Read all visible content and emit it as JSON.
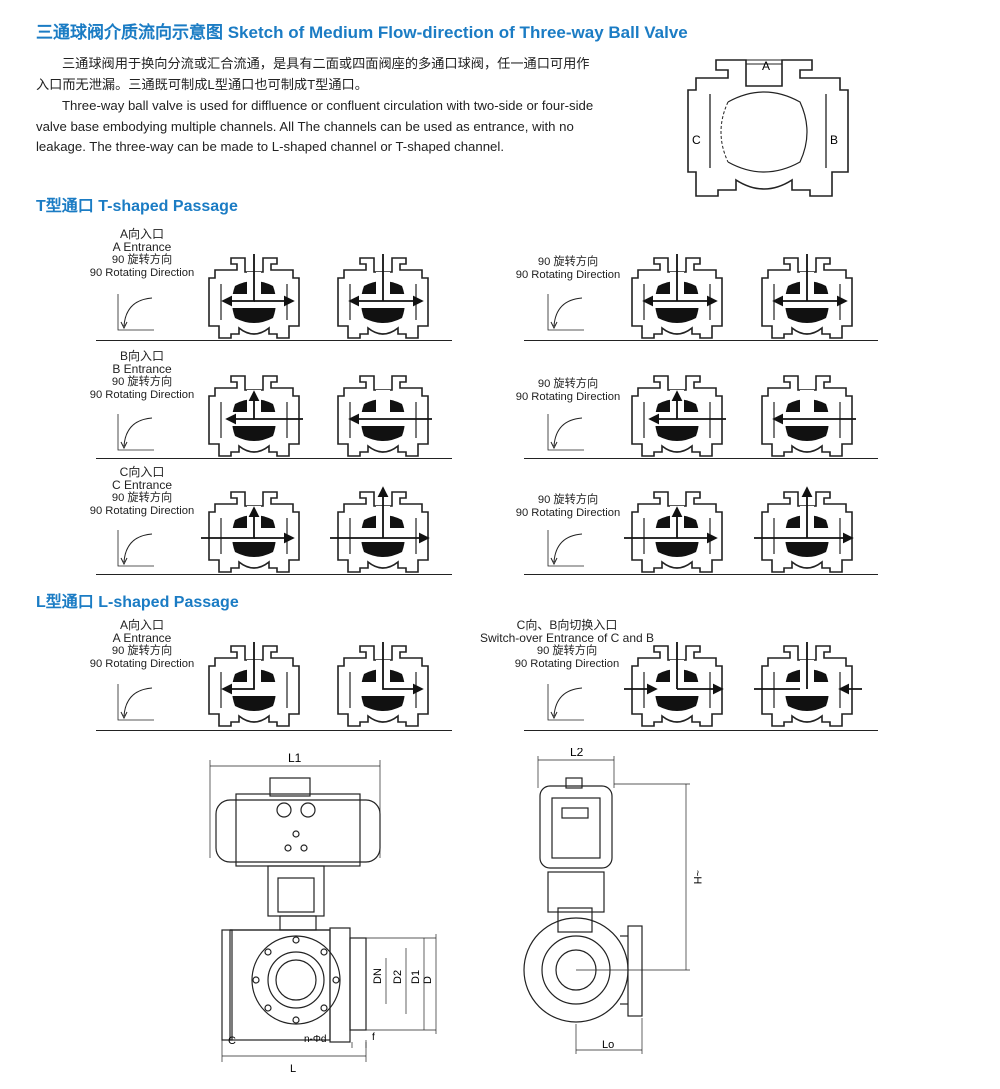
{
  "title": "三通球阀介质流向示意图 Sketch of Medium Flow-direction of Three-way Ball Valve",
  "intro_cn": "三通球阀用于换向分流或汇合流通，是具有二面或四面阀座的多通口球阀，任一通口可用作入口而无泄漏。三通既可制成L型通口也可制成T型通口。",
  "intro_en": "Three-way ball valve is used for diffluence or confluent circulation with two-side or four-side valve base embodying multiple channels. All The channels can be used as entrance, with no leakage. The three-way can be made to L-shaped channel or T-shaped channel.",
  "port_labels": {
    "a": "A",
    "b": "B",
    "c": "C"
  },
  "t_section": "T型通口  T-shaped Passage",
  "l_section": "L型通口  L-shaped Passage",
  "rotate_cn": "90   旋转方向",
  "rotate_en": "90 Rotating Direction",
  "rows": {
    "t_a": {
      "cn": "A向入口",
      "en": "A Entrance"
    },
    "t_b": {
      "cn": "B向入口",
      "en": "B Entrance"
    },
    "t_c": {
      "cn": "C向入口",
      "en": "C Entrance"
    },
    "l_a": {
      "cn": "A向入口",
      "en": "A Entrance"
    },
    "l_cb": {
      "cn": "C向、B向切换入口",
      "en": "Switch-over Entrance of C and B"
    }
  },
  "dims": {
    "l1": "L1",
    "l2": "L2",
    "h": "~H",
    "dn": "DN",
    "d2": "D2",
    "d1": "D1",
    "d": "D",
    "c": "C",
    "l": "L",
    "nphid": "n-Φd",
    "f": "f",
    "lo": "Lo"
  }
}
